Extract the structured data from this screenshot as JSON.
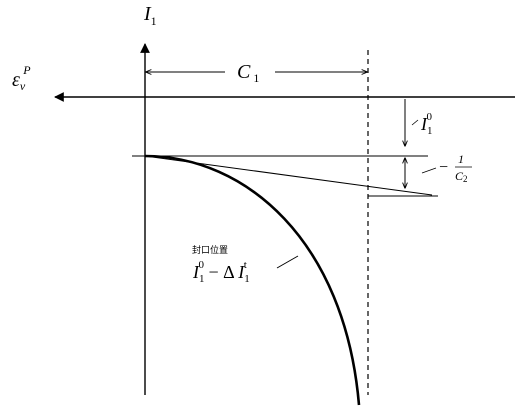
{
  "labels": {
    "axis_vertical": {
      "base": "I",
      "sub": "1"
    },
    "axis_horizontal": {
      "base": "ε",
      "sub": "v",
      "sup": "P"
    },
    "width_label": {
      "base": "C",
      "sub": "1"
    },
    "offset_label": {
      "base": "I",
      "sub": "1",
      "sup": "0"
    },
    "slope_label": {
      "sign": "−",
      "numerator": "1",
      "denominator_base": "C",
      "denominator_sub": "2"
    },
    "seal_caption": "封口位置",
    "seal_expr": {
      "base1": "I",
      "sub1": "1",
      "sup1": "0",
      "op": " − Δ ",
      "base2": "I",
      "sub2": "1",
      "sup2": "t"
    }
  },
  "colors": {
    "ink": "#000000",
    "background": "#ffffff"
  }
}
